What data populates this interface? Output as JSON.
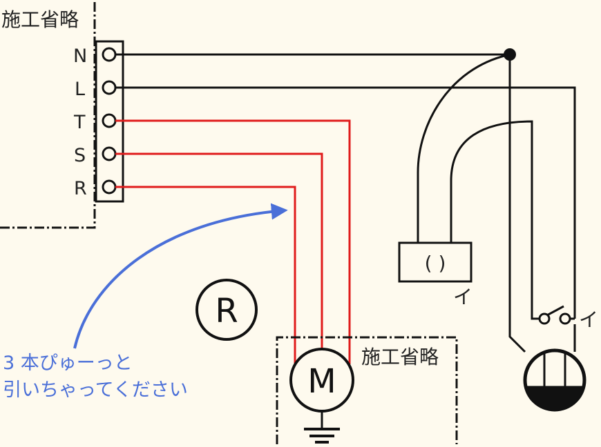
{
  "labels": {
    "omitted_top": "施工省略",
    "omitted_bottom": "施工省略",
    "terminal_n": "N",
    "terminal_l": "L",
    "terminal_t": "T",
    "terminal_s": "S",
    "terminal_r": "R",
    "switch_box_text": "( )",
    "switch_label": "イ",
    "lamp_switch_label": "イ",
    "relay_symbol": "R",
    "motor_symbol": "M",
    "note_line1": "3 本ぴゅーっと",
    "note_line2": "引いちゃってください"
  },
  "colors": {
    "background": "#fefaee",
    "wire_black": "#111111",
    "wire_red": "#e01b1b",
    "annotation_blue": "#4a6fd8"
  }
}
